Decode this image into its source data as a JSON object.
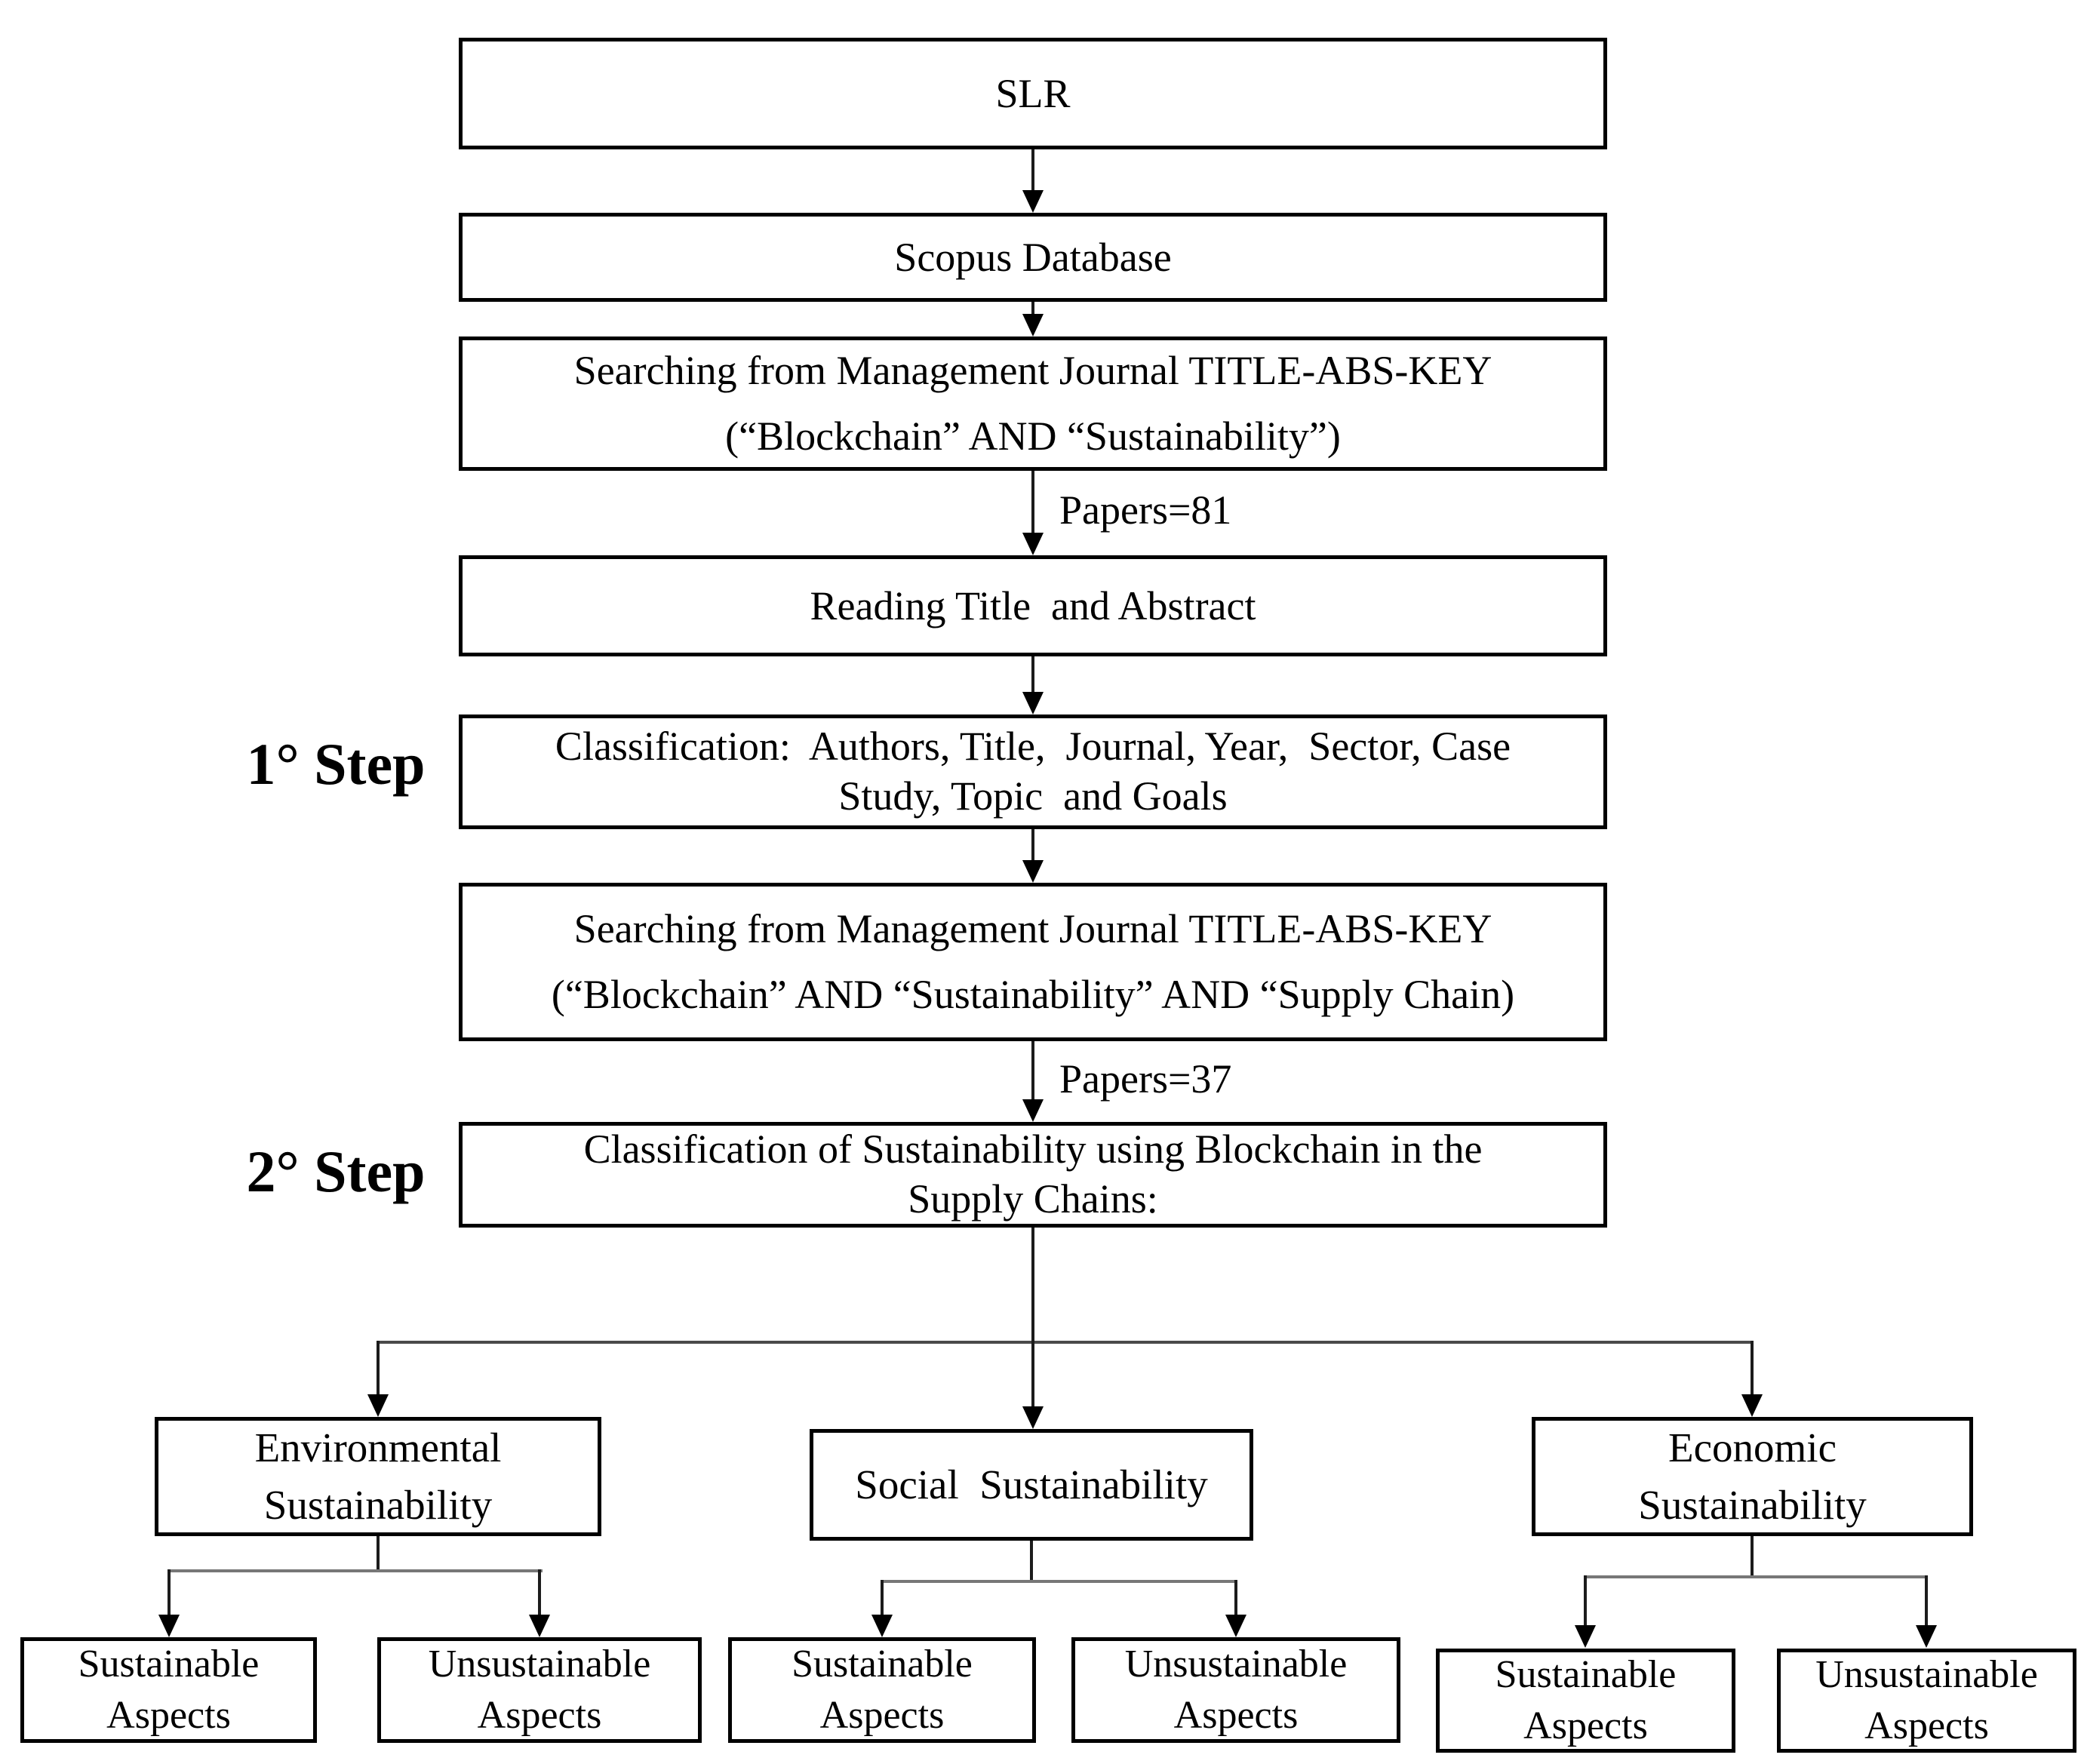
{
  "diagram": {
    "nodes": {
      "slr": "SLR",
      "scopus": "Scopus Database",
      "search1_line1": "Searching from Management Journal TITLE-ABS-KEY",
      "search1_line2": "(“Blockchain” AND “Sustainability”)",
      "reading": "Reading Title  and Abstract",
      "classification1_line1": "Classification:  Authors, Title,  Journal, Year,  Sector, Case",
      "classification1_line2": "Study, Topic  and Goals",
      "search2_line1": "Searching from Management Journal TITLE-ABS-KEY",
      "search2_line2": "(“Blockchain” AND “Sustainability” AND “Supply Chain)",
      "classification2_line1": "Classification of Sustainability using Blockchain in the",
      "classification2_line2": "Supply Chains:"
    },
    "edge_labels": {
      "papers_81": "Papers=81",
      "papers_37": "Papers=37"
    },
    "step_labels": {
      "step1": "1° Step",
      "step2": "2° Step"
    },
    "branches": [
      {
        "name_line1": "Environmental",
        "name_line2": "Sustainability",
        "sustainable_line1": "Sustainable",
        "sustainable_line2": "Aspects",
        "unsustainable_line1": "Unsustainable",
        "unsustainable_line2": "Aspects"
      },
      {
        "name_line1": "Social  Sustainability",
        "sustainable_line1": "Sustainable",
        "sustainable_line2": "Aspects",
        "unsustainable_line1": "Unsustainable",
        "unsustainable_line2": "Aspects"
      },
      {
        "name_line1": "Economic",
        "name_line2": "Sustainability",
        "sustainable_line1": "Sustainable",
        "sustainable_line2": "Aspects",
        "unsustainable_line1": "Unsustainable",
        "unsustainable_line2": "Aspects"
      }
    ],
    "colors": {
      "background": "#ffffff",
      "box_border": "#000000",
      "text": "#000000",
      "connector": "#1c1c1c",
      "branch_line": "#4a4a4a",
      "split_line": "#777777"
    }
  }
}
